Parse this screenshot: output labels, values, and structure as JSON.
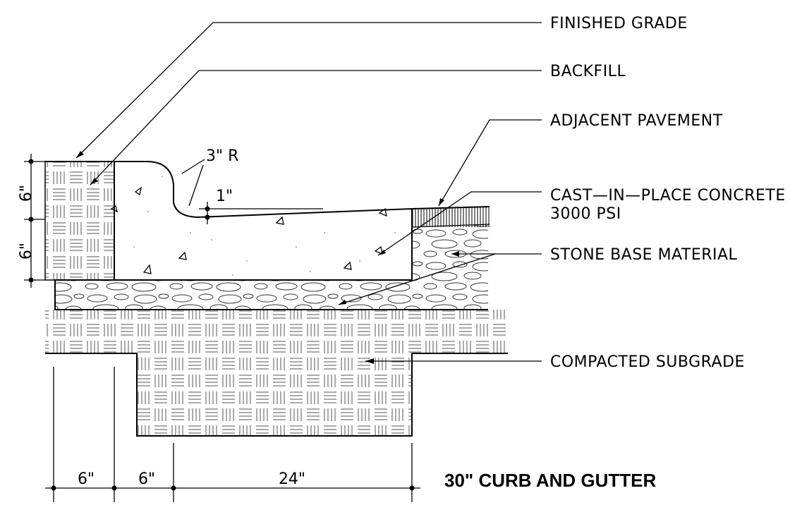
{
  "title": "30\" CURB AND GUTTER",
  "callouts": {
    "finished_grade": "FINISHED GRADE",
    "backfill": "BACKFILL",
    "adjacent_pavement": "ADJACENT PAVEMENT",
    "concrete_line1": "CAST—IN—PLACE CONCRETE",
    "concrete_line2": "3000 PSI",
    "stone_base": "STONE BASE MATERIAL",
    "subgrade": "COMPACTED SUBGRADE"
  },
  "dimensions": {
    "radius": "3\" R",
    "lip_drop": "1\"",
    "upper_height": "6\"",
    "lower_height": "6\"",
    "backfill_width": "6\"",
    "curb_width": "6\"",
    "gutter_width": "24\""
  }
}
